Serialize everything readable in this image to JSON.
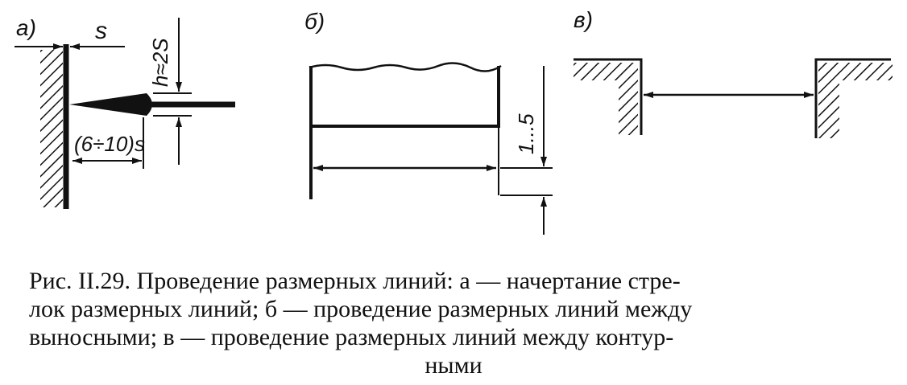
{
  "panels": {
    "a": {
      "label": "а)",
      "dim_s": "s",
      "dim_h": "h≈2S",
      "dim_len": "(6÷10)s"
    },
    "b": {
      "label": "б)",
      "dim_gap": "1...5"
    },
    "v": {
      "label": "в)"
    }
  },
  "caption": {
    "line1": "Рис. II.29. Проведение размерных линий: а — начертание стре-",
    "line2": "лок размерных линий; б — проведение размерных линий между",
    "line3": "выносными; в — проведение размерных линий между контур-",
    "line4": "ными"
  }
}
